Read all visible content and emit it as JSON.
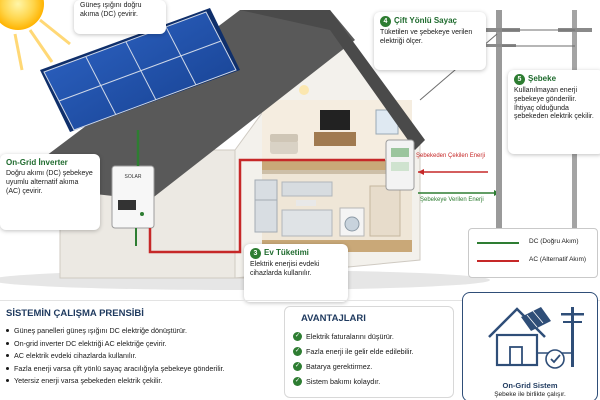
{
  "callouts": {
    "sun_text": "Güneş ışığını doğru akıma (DC) çevirir.",
    "inverter": {
      "title": "On-Grid İnverter",
      "text": "Doğru akımı (DC) şebekeye uyumlu alternatif akıma (AC) çevirir."
    },
    "meter": {
      "number": "4",
      "title": "Çift Yönlü Sayaç",
      "text": "Tüketilen ve şebekeye verilen elektriği ölçer."
    },
    "grid": {
      "number": "5",
      "title": "Şebeke",
      "text": "Kullanılmayan enerji şebekeye gönderilir. İhtiyaç olduğunda şebekeden elektrik çekilir."
    },
    "consumption": {
      "number": "3",
      "title": "Ev Tüketimi",
      "text": "Elektrik enerjisi evdeki cihazlarda kullanılır."
    }
  },
  "overlay_labels": {
    "inverter_brand": "SOLAR",
    "from_grid": "Şebekeden Çekilen Enerji",
    "to_grid": "Şebekeye Verilen Enerji"
  },
  "legend": [
    {
      "label": "DC (Doğru Akım)",
      "color": "#2e7d32"
    },
    {
      "label": "AC (Alternatif Akım)",
      "color": "#c62828"
    }
  ],
  "principles": {
    "title": "SİSTEMİN ÇALIŞMA PRENSİBİ",
    "items": [
      "Güneş panelleri güneş ışığını DC elektriğe dönüştürür.",
      "On-grid inverter DC elektriği AC elektriğe çevirir.",
      "AC elektrik evdeki cihazlarda kullanılır.",
      "Fazla enerji varsa çift yönlü sayaç aracılığıyla şebekeye gönderilir.",
      "Yetersiz enerji varsa şebekeden elektrik çekilir."
    ]
  },
  "advantages": {
    "title": "AVANTAJLARI",
    "items": [
      "Elektrik faturalarını düşürür.",
      "Fazla enerji ile gelir elde edilebilir.",
      "Batarya gerektirmez.",
      "Sistem bakımı kolaydır."
    ]
  },
  "ongrid_card": {
    "title": "On-Grid Sistem",
    "subtitle": "Şebeke ile birlikte çalışır."
  },
  "colors": {
    "dc": "#2e7d32",
    "ac": "#c62828",
    "panel": "#1f4fa8",
    "roof": "#4a4a4a",
    "wall": "#f2efea"
  }
}
